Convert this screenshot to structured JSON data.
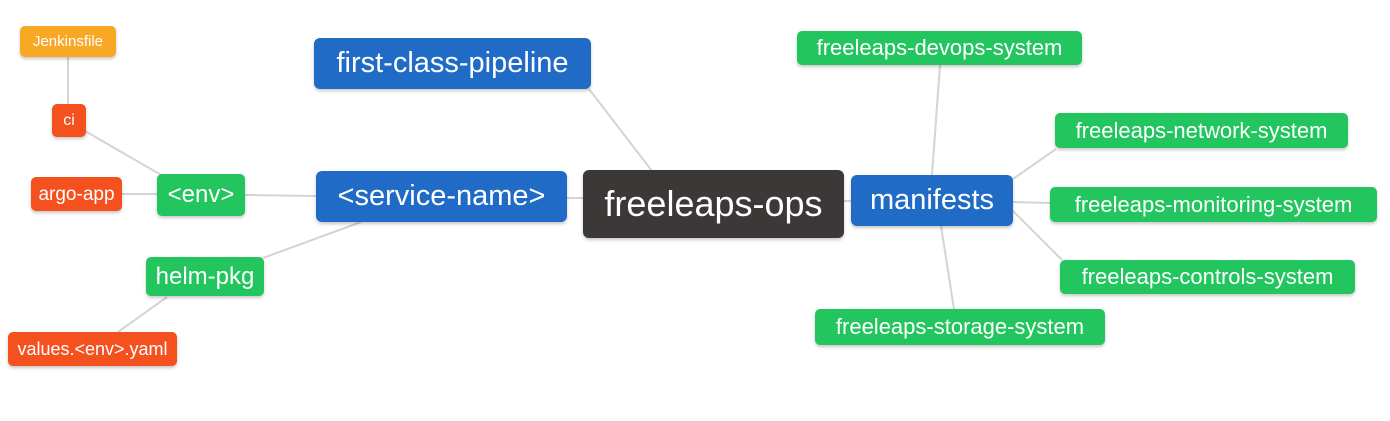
{
  "diagram": {
    "type": "mindmap",
    "root_label": "freeleaps-ops",
    "colors": {
      "blue": "#1f6bc5",
      "green": "#22c55e",
      "red_orange": "#f4511e",
      "orange": "#f9a825",
      "dark": "#3c3838",
      "edge": "#d4d4d4",
      "text": "#ffffff",
      "background": "#ffffff"
    },
    "nodes": {
      "freeleaps_ops": {
        "label": "freeleaps-ops",
        "color": "#3c3838",
        "level": "root"
      },
      "first_class_pipeline": {
        "label": "first-class-pipeline",
        "color": "#1f6bc5",
        "level": "branch"
      },
      "service_name": {
        "label": "<service-name>",
        "color": "#1f6bc5",
        "level": "branch"
      },
      "manifests": {
        "label": "manifests",
        "color": "#1f6bc5",
        "level": "branch"
      },
      "env": {
        "label": "<env>",
        "color": "#22c55e",
        "level": "sub-branch"
      },
      "helm_pkg": {
        "label": "helm-pkg",
        "color": "#22c55e",
        "level": "sub-branch"
      },
      "argo_app": {
        "label": "argo-app",
        "color": "#f4511e",
        "level": "leaf"
      },
      "ci": {
        "label": "ci",
        "color": "#f4511e",
        "level": "leaf"
      },
      "jenkinsfile": {
        "label": "Jenkinsfile",
        "color": "#f9a825",
        "level": "leaf"
      },
      "values_env_yaml": {
        "label": "values.<env>.yaml",
        "color": "#f4511e",
        "level": "leaf"
      },
      "devops_system": {
        "label": "freeleaps-devops-system",
        "color": "#22c55e",
        "level": "sub-branch"
      },
      "network_system": {
        "label": "freeleaps-network-system",
        "color": "#22c55e",
        "level": "sub-branch"
      },
      "monitoring_system": {
        "label": "freeleaps-monitoring-system",
        "color": "#22c55e",
        "level": "sub-branch"
      },
      "controls_system": {
        "label": "freeleaps-controls-system",
        "color": "#22c55e",
        "level": "sub-branch"
      },
      "storage_system": {
        "label": "freeleaps-storage-system",
        "color": "#22c55e",
        "level": "sub-branch"
      }
    },
    "edges": [
      {
        "from": "jenkinsfile",
        "to": "ci"
      },
      {
        "from": "ci",
        "to": "env"
      },
      {
        "from": "argo_app",
        "to": "env"
      },
      {
        "from": "env",
        "to": "service_name"
      },
      {
        "from": "helm_pkg",
        "to": "service_name"
      },
      {
        "from": "values_env_yaml",
        "to": "helm_pkg"
      },
      {
        "from": "service_name",
        "to": "freeleaps_ops"
      },
      {
        "from": "first_class_pipeline",
        "to": "freeleaps_ops"
      },
      {
        "from": "freeleaps_ops",
        "to": "manifests"
      },
      {
        "from": "manifests",
        "to": "devops_system"
      },
      {
        "from": "manifests",
        "to": "network_system"
      },
      {
        "from": "manifests",
        "to": "monitoring_system"
      },
      {
        "from": "manifests",
        "to": "controls_system"
      },
      {
        "from": "manifests",
        "to": "storage_system"
      }
    ]
  }
}
